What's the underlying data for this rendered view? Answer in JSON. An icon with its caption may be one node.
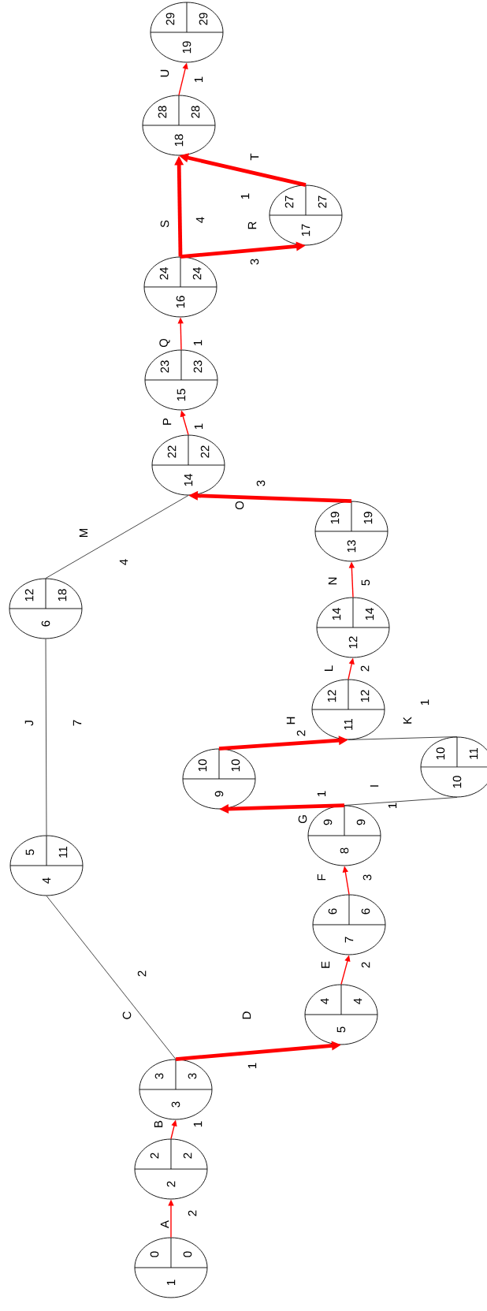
{
  "diagram": {
    "nodes": [
      {
        "text": [
          "1",
          "0",
          "0"
        ]
      },
      {
        "text": [
          "2",
          "2",
          "2"
        ]
      },
      {
        "text": [
          "3",
          "3",
          "3"
        ]
      },
      {
        "text": [
          "4",
          "5",
          "11"
        ]
      },
      {
        "text": [
          "5",
          "4",
          "4"
        ]
      },
      {
        "text": [
          "6",
          "12",
          "18"
        ]
      },
      {
        "text": [
          "7",
          "6",
          "6"
        ]
      },
      {
        "text": [
          "8",
          "9",
          "9"
        ]
      },
      {
        "text": [
          "9",
          "10",
          "10"
        ]
      },
      {
        "text": [
          "10",
          "10",
          "11"
        ]
      },
      {
        "text": [
          "11",
          "12",
          "12"
        ]
      },
      {
        "text": [
          "12",
          "14",
          "14"
        ]
      },
      {
        "text": [
          "13",
          "19",
          "19"
        ]
      },
      {
        "text": [
          "14",
          "22",
          "22"
        ]
      },
      {
        "text": [
          "15",
          "23",
          "23"
        ]
      },
      {
        "text": [
          "16",
          "24",
          "24"
        ]
      },
      {
        "text": [
          "17",
          "27",
          "27"
        ]
      },
      {
        "text": [
          "18",
          "28",
          "28"
        ]
      },
      {
        "text": [
          "19",
          "29",
          "29"
        ]
      }
    ],
    "edges": [
      {
        "from": 0,
        "to": 1,
        "arrow": "to",
        "label": "A"
      },
      {
        "from": 1,
        "to": 2,
        "arrow": "to",
        "label": "B"
      },
      {
        "from": 2,
        "to": 3,
        "arrow": "none",
        "label": "C",
        "color": "#333333"
      },
      {
        "from": 2,
        "to": 4,
        "arrow": "to",
        "label": "D",
        "style": "thick"
      },
      {
        "from": 4,
        "to": 6,
        "arrow": "to",
        "label": "E"
      },
      {
        "from": 6,
        "to": 7,
        "arrow": "to",
        "label": "F"
      },
      {
        "from": 7,
        "to": 8,
        "arrow": "to",
        "label": "G",
        "style": "thick"
      },
      {
        "from": 8,
        "to": 10,
        "arrow": "to",
        "label": "H",
        "style": "thick"
      },
      {
        "from": 7,
        "to": 9,
        "arrow": "none",
        "label": "I",
        "color": "#333333"
      },
      {
        "from": 3,
        "to": 5,
        "arrow": "none",
        "label": "J",
        "color": "#333333"
      },
      {
        "from": 9,
        "to": 10,
        "arrow": "none",
        "label": "K",
        "color": "#333333"
      },
      {
        "from": 10,
        "to": 11,
        "arrow": "to",
        "label": "L"
      },
      {
        "from": 5,
        "to": 13,
        "arrow": "none",
        "label": "M",
        "color": "#333333"
      },
      {
        "from": 11,
        "to": 12,
        "arrow": "to",
        "label": "N"
      },
      {
        "from": 12,
        "to": 13,
        "arrow": "to",
        "label": "O",
        "style": "thick"
      },
      {
        "from": 13,
        "to": 14,
        "arrow": "to",
        "label": "P"
      },
      {
        "from": 14,
        "to": 15,
        "arrow": "to",
        "label": "Q"
      },
      {
        "from": 15,
        "to": 16,
        "arrow": "to",
        "label": "R",
        "style": "thick"
      },
      {
        "from": 15,
        "to": 17,
        "arrow": "to",
        "label": "S",
        "style": "thick"
      },
      {
        "from": 16,
        "to": 17,
        "arrow": "to",
        "label": "T",
        "style": "thick"
      },
      {
        "from": 17,
        "to": 18,
        "arrow": "to",
        "label": "U"
      }
    ],
    "labels": [
      "2",
      "1",
      "2",
      "1",
      "2",
      "3",
      "1",
      "2",
      "1",
      "7",
      "1",
      "2",
      "4",
      "5",
      "3",
      "1",
      "1",
      "3",
      "4",
      "1",
      "1"
    ]
  }
}
